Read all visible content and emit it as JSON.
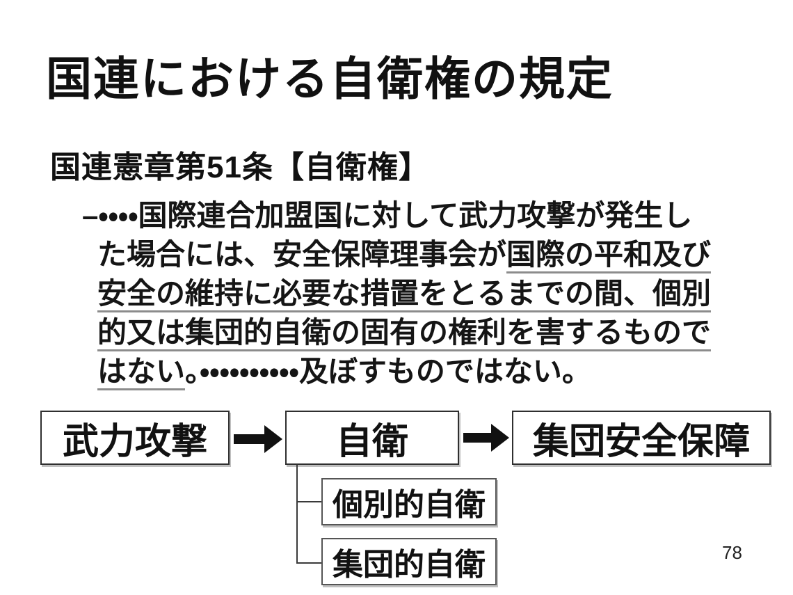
{
  "page": {
    "background_color": "#ffffff",
    "text_color": "#111111",
    "underline_color": "#8c8c8c",
    "page_number": "78"
  },
  "title": "国連における自衛権の規定",
  "subtitle": "国連憲章第51条【自衛権】",
  "body": {
    "lines": [
      {
        "indent": "first",
        "segments": [
          {
            "text": "–・・・・国際連合加盟国に対して武力攻撃が発生し",
            "underline": false
          }
        ]
      },
      {
        "indent": "cont",
        "segments": [
          {
            "text": "た場合には、安全保障理事会が",
            "underline": false
          },
          {
            "text": "国際の平和及び",
            "underline": true
          }
        ]
      },
      {
        "indent": "cont",
        "segments": [
          {
            "text": "安全の維持に必要な措置をとるまでの間、個別",
            "underline": true
          }
        ]
      },
      {
        "indent": "cont",
        "segments": [
          {
            "text": "的又は集団的自衛の固有の権利を害するもので",
            "underline": true
          }
        ]
      },
      {
        "indent": "cont",
        "segments": [
          {
            "text": "はない",
            "underline": true
          },
          {
            "text": "。・・・・・・・・・・及ぼすものではない。",
            "underline": false
          }
        ]
      }
    ]
  },
  "diagram": {
    "armed_attack_label": "武力攻撃",
    "self_defense_label": "自衛",
    "collective_security_label": "集団安全保障",
    "individual_self_defense_label": "個別的自衛",
    "collective_self_defense_label": "集団的自衛",
    "flow": [
      "武力攻撃",
      "自衛",
      "集団安全保障"
    ],
    "self_defense_children": [
      "個別的自衛",
      "集団的自衛"
    ],
    "colors": {
      "box_border": "#2f2f2f",
      "sub_box_border": "#555555",
      "arrow": "#111111",
      "connector": "#3a3a3a"
    }
  }
}
